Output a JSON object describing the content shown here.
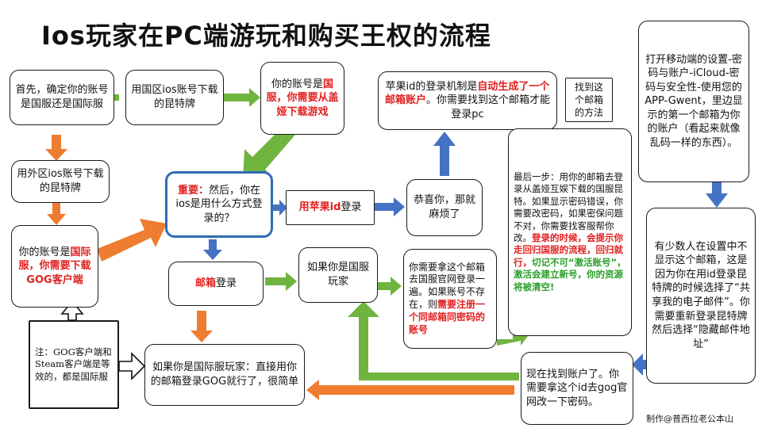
{
  "title": "Ios玩家在PC端游玩和购买王权的流程",
  "credit": "制作@普西拉老公本山",
  "nodes": {
    "n1": "首先，确定你的账号是国服还是国际服",
    "n2": "用国区ios账号下载的昆特牌",
    "n3": {
      "a": "你的账号是",
      "b": "国服，你需要从盖娅下载游戏"
    },
    "n4": "用外区ios账号下载的昆特牌",
    "n5": {
      "a": "你的账号是",
      "b": "国际服，你需要下载GOG客户端"
    },
    "n6": {
      "a": "重要：",
      "b": "然后，你在ios是用什么方式登录的？"
    },
    "n7": {
      "a": "用苹果id",
      "b": "登录"
    },
    "n8": "恭喜你，那就麻烦了",
    "n9": {
      "a": "苹果id的登录机制是",
      "b": "自动生成了一个邮箱账户",
      "c": "。你需要找到这个邮箱才能登录pc"
    },
    "n10": "找到这个邮箱的方法",
    "n11": "打开移动端的设置-密码与账户-iCloud-密码与安全性-使用您的APP-Gwent，里边显示的第一个邮箱为你的账户（看起来就像乱码一样的东西）。",
    "n12": {
      "a": "邮箱",
      "b": "登录"
    },
    "n13": "如果你是国服玩家",
    "n14": {
      "a": "你需要拿这个邮箱去国服官网登录一遍。如果账号不存在，则",
      "b": "需要注册一个同邮箱同密码的账号"
    },
    "n15": {
      "a": "最后一步：用你的邮箱去登录从盖娅互娱下载的国服昆特。如果显示密码错误，你需要改密码，如果密保问题不对，你需要找客服帮你改。",
      "b": "登录的时候，会提示你走回归国服的流程，回归就行，",
      "c": "切记不可“激活账号”，激活会建立新号，你的资源将被清空!"
    },
    "n16": "有少数人在设置中不显示这个邮箱，这是因为你在用id登录昆特牌的时候选择了“共享我的电子邮件”。你需要重新登录昆特牌然后选择“隐藏邮件地址”",
    "n17": "如果你是国际服玩家：直接用你的邮箱登录GOG就行了，很简单",
    "n18": "现在找到账户了。你需要拿这个id去gog官网改一下密码。",
    "n19": "注：GOG客户端和Steam客户端是等效的，都是国际服"
  },
  "colors": {
    "green_arrow": "#6fb43f",
    "orange_arrow": "#ee7d31",
    "blue_arrow": "#4472c4",
    "highlight_red": "#e02020",
    "highlight_green": "#2aa02a",
    "blue_border": "#2f6cb3"
  }
}
